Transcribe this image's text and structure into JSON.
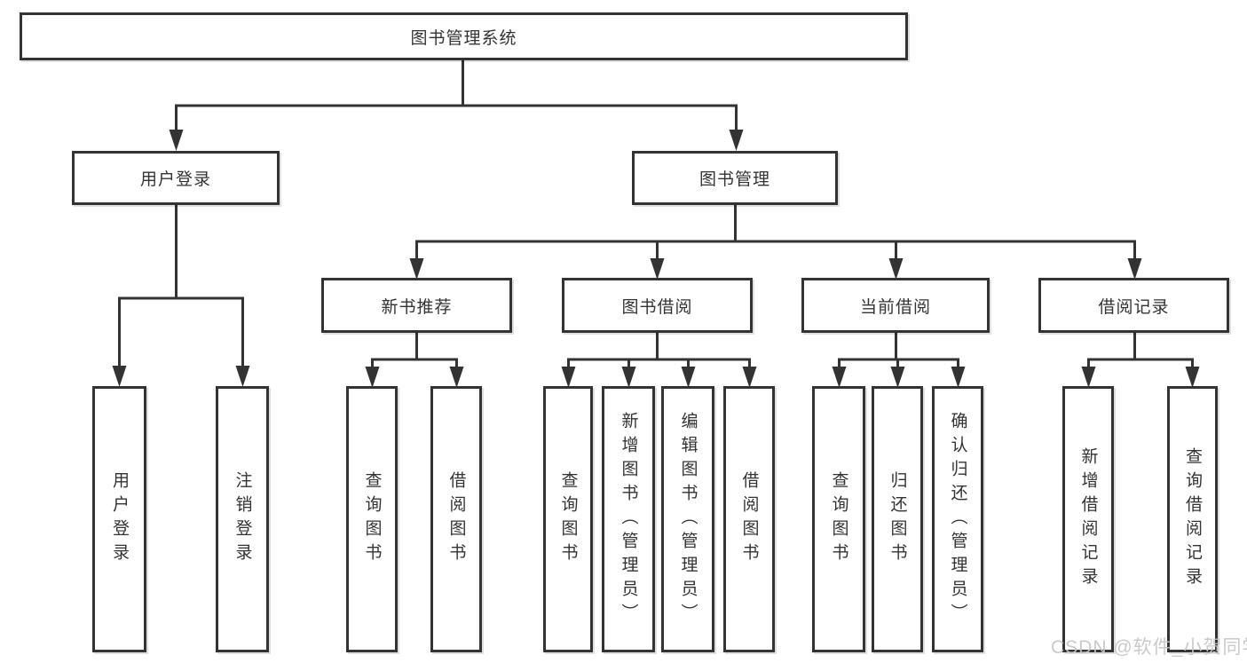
{
  "diagram": {
    "type": "hierarchy-tree",
    "root": {
      "label": "图书管理系统"
    },
    "branches": [
      {
        "label": "用户登录",
        "children": [
          {
            "label": "用户登录"
          },
          {
            "label": "注销登录"
          }
        ]
      },
      {
        "label": "图书管理",
        "children": [
          {
            "label": "新书推荐",
            "children": [
              {
                "label": "查询图书"
              },
              {
                "label": "借阅图书"
              }
            ]
          },
          {
            "label": "图书借阅",
            "children": [
              {
                "label": "查询图书"
              },
              {
                "label": "新增图书（管理员）"
              },
              {
                "label": "编辑图书（管理员）"
              },
              {
                "label": "借阅图书"
              }
            ]
          },
          {
            "label": "当前借阅",
            "children": [
              {
                "label": "查询图书"
              },
              {
                "label": "归还图书"
              },
              {
                "label": "确认归还（管理员）"
              }
            ]
          },
          {
            "label": "借阅记录",
            "children": [
              {
                "label": "新增借阅记录"
              },
              {
                "label": "查询借阅记录"
              }
            ]
          }
        ]
      }
    ]
  },
  "watermark": {
    "text": "CSDN @软件_小贺同学",
    "color": "#c6c6c6"
  },
  "colors": {
    "line": "#333333",
    "box_border": "#333333",
    "text": "#333333",
    "background": "#ffffff"
  }
}
